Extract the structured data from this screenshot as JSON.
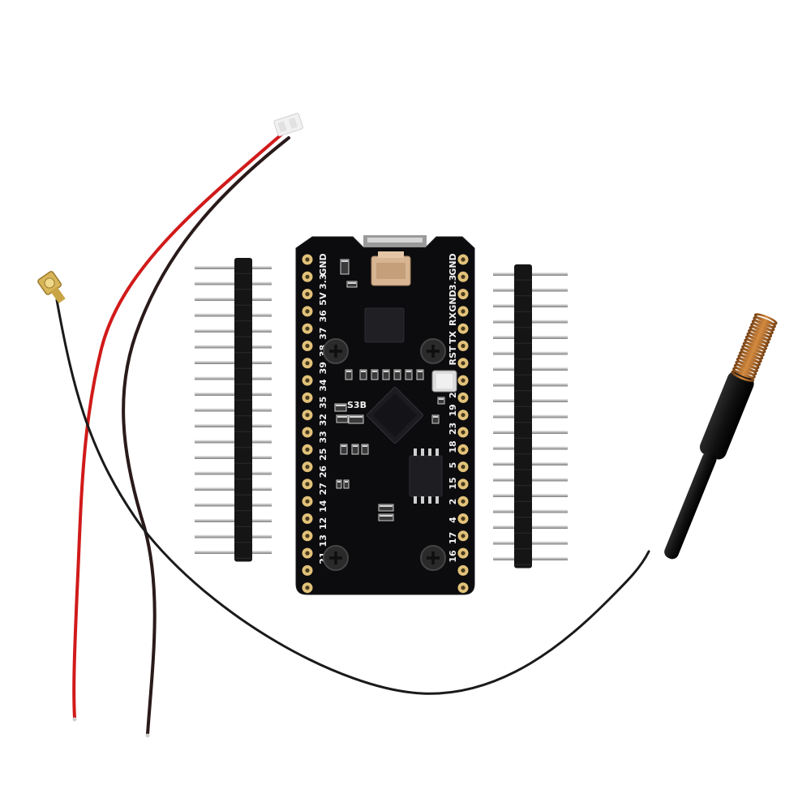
{
  "board": {
    "colors": {
      "pcb": "#0c0c0e",
      "gold": "#e2c27a",
      "silkscreen": "#f2f2f2",
      "connector": "#d8b592",
      "wire_red": "#d11a1a",
      "wire_black": "#2a1a1a",
      "coil": "#b8702e",
      "pin_silver": "#c9c9c9"
    },
    "left_labels": [
      "GND",
      "3.3",
      "5V",
      "36",
      "37",
      "38",
      "39",
      "34",
      "35",
      "32",
      "33",
      "25",
      "26",
      "27",
      "14",
      "12",
      "13",
      "21"
    ],
    "right_labels": [
      "GND",
      "3.3",
      "GND",
      "RX",
      "TX",
      "RST",
      "0",
      "22",
      "19",
      "23",
      "18",
      "5",
      "15",
      "2",
      "4",
      "17",
      "16"
    ],
    "chip_marking": "S3B"
  }
}
